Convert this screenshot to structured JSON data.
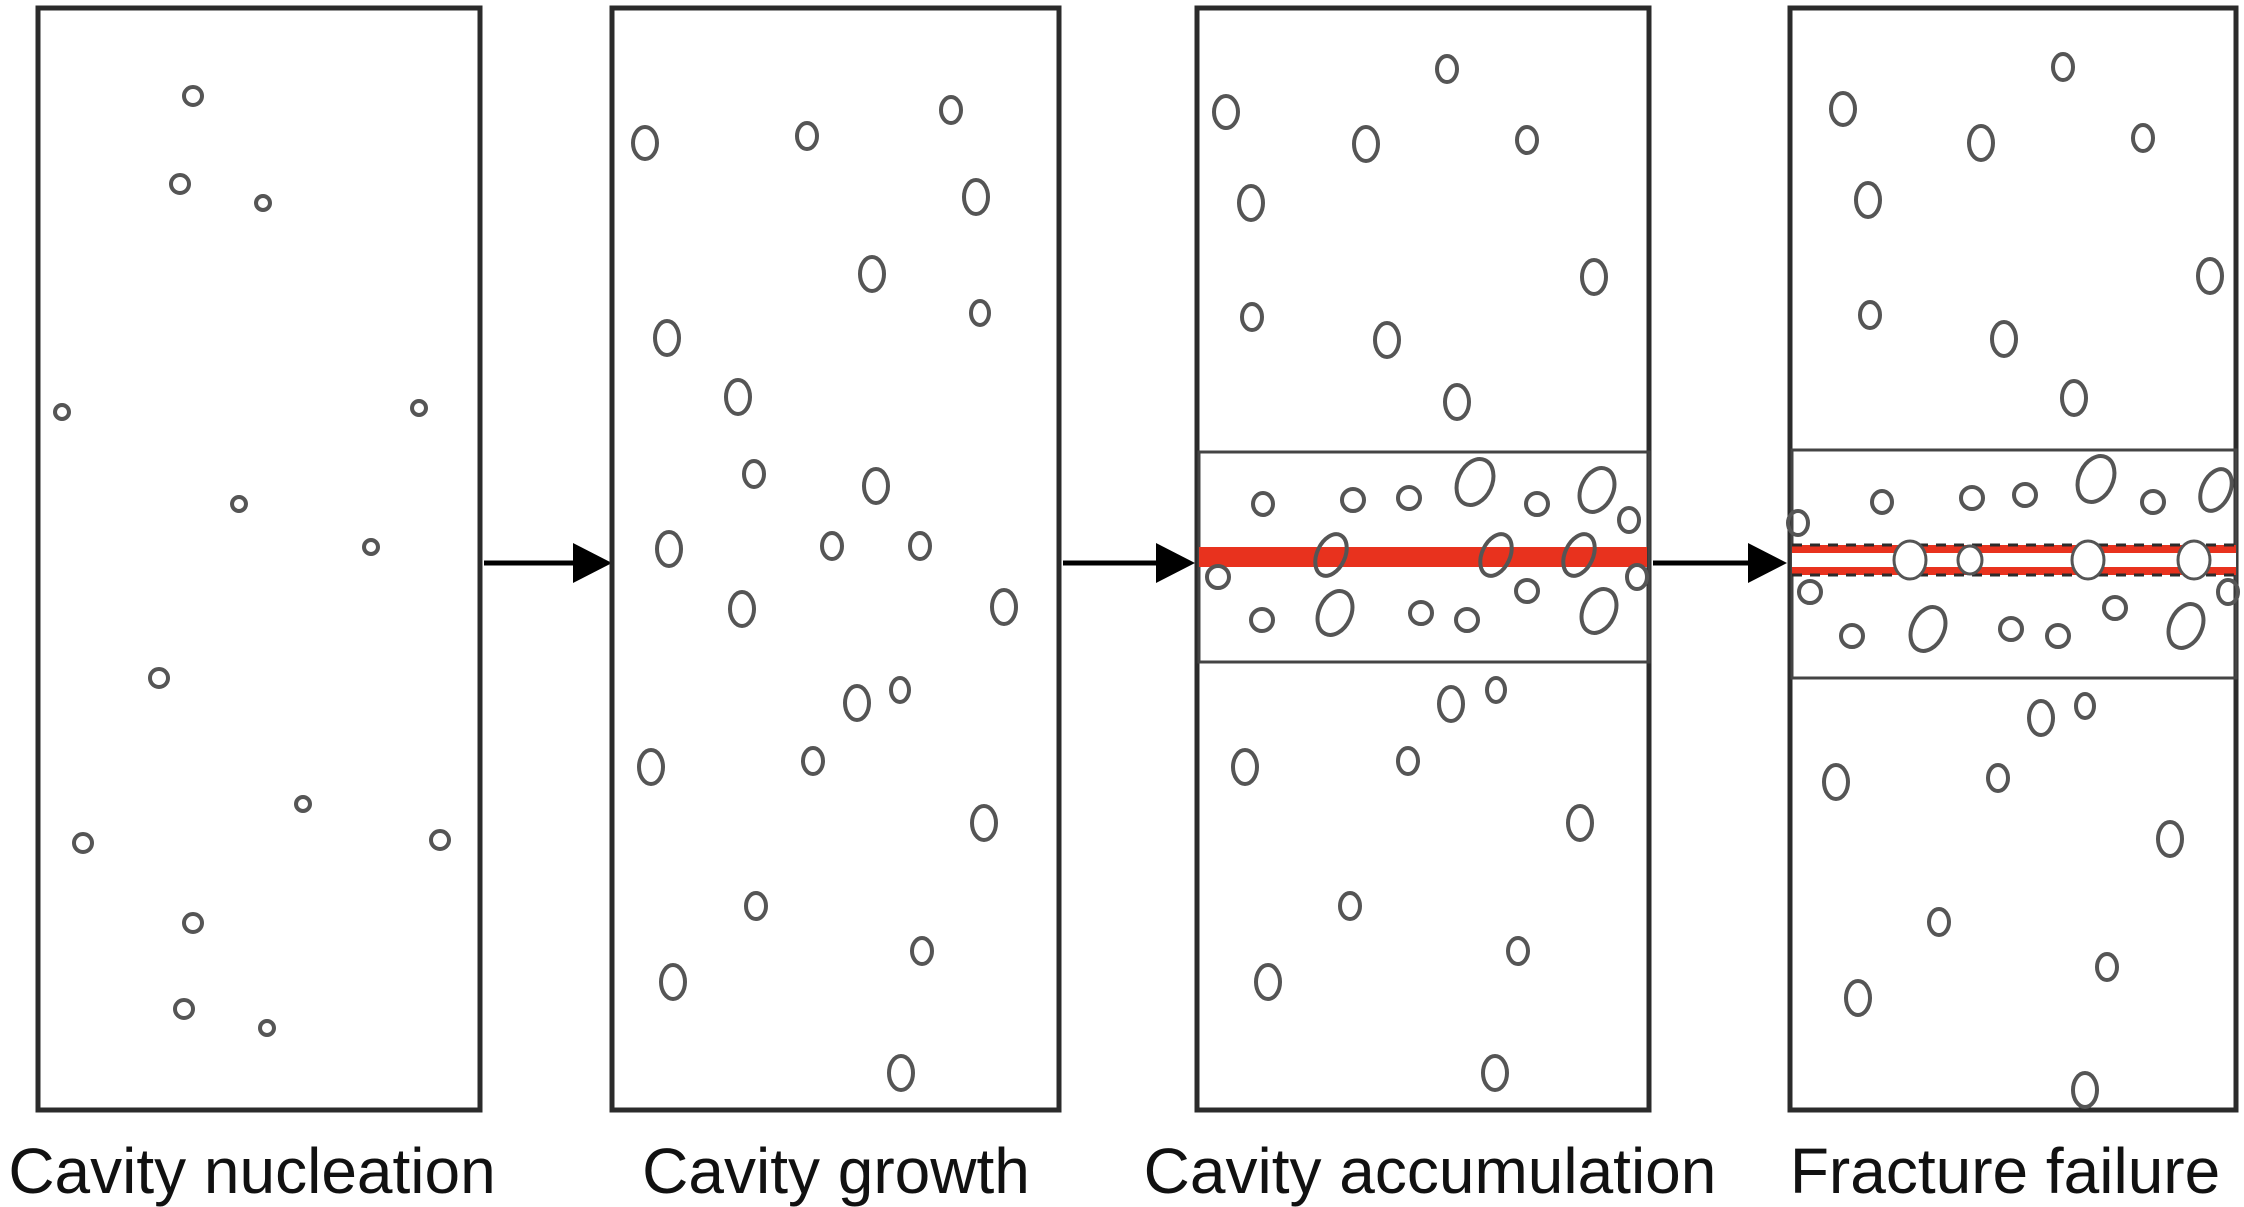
{
  "panels": [
    {
      "id": "nucleation",
      "label": "Cavity nucleation"
    },
    {
      "id": "growth",
      "label": "Cavity growth"
    },
    {
      "id": "accumulation",
      "label": "Cavity accumulation"
    },
    {
      "id": "failure",
      "label": "Fracture failure"
    }
  ],
  "colors": {
    "crack": "#e8321e",
    "outline": "#2b2b2b",
    "cavity": "#555555"
  }
}
